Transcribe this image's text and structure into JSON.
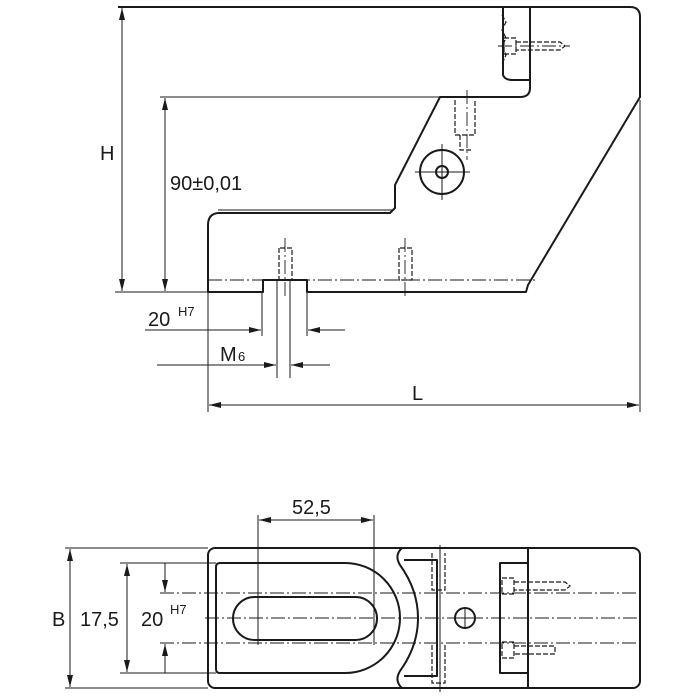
{
  "side_view": {
    "height_label": "H",
    "offset_label": "90±0,01",
    "slot_width": {
      "value": "20",
      "tolerance": "H7"
    },
    "thread": {
      "main": "M",
      "sub": "6"
    },
    "length_label": "L"
  },
  "top_view": {
    "slot_spacing": "52,5",
    "width_label": "B",
    "inner_width": "17,5",
    "slot_width": {
      "value": "20",
      "tolerance": "H7"
    }
  }
}
